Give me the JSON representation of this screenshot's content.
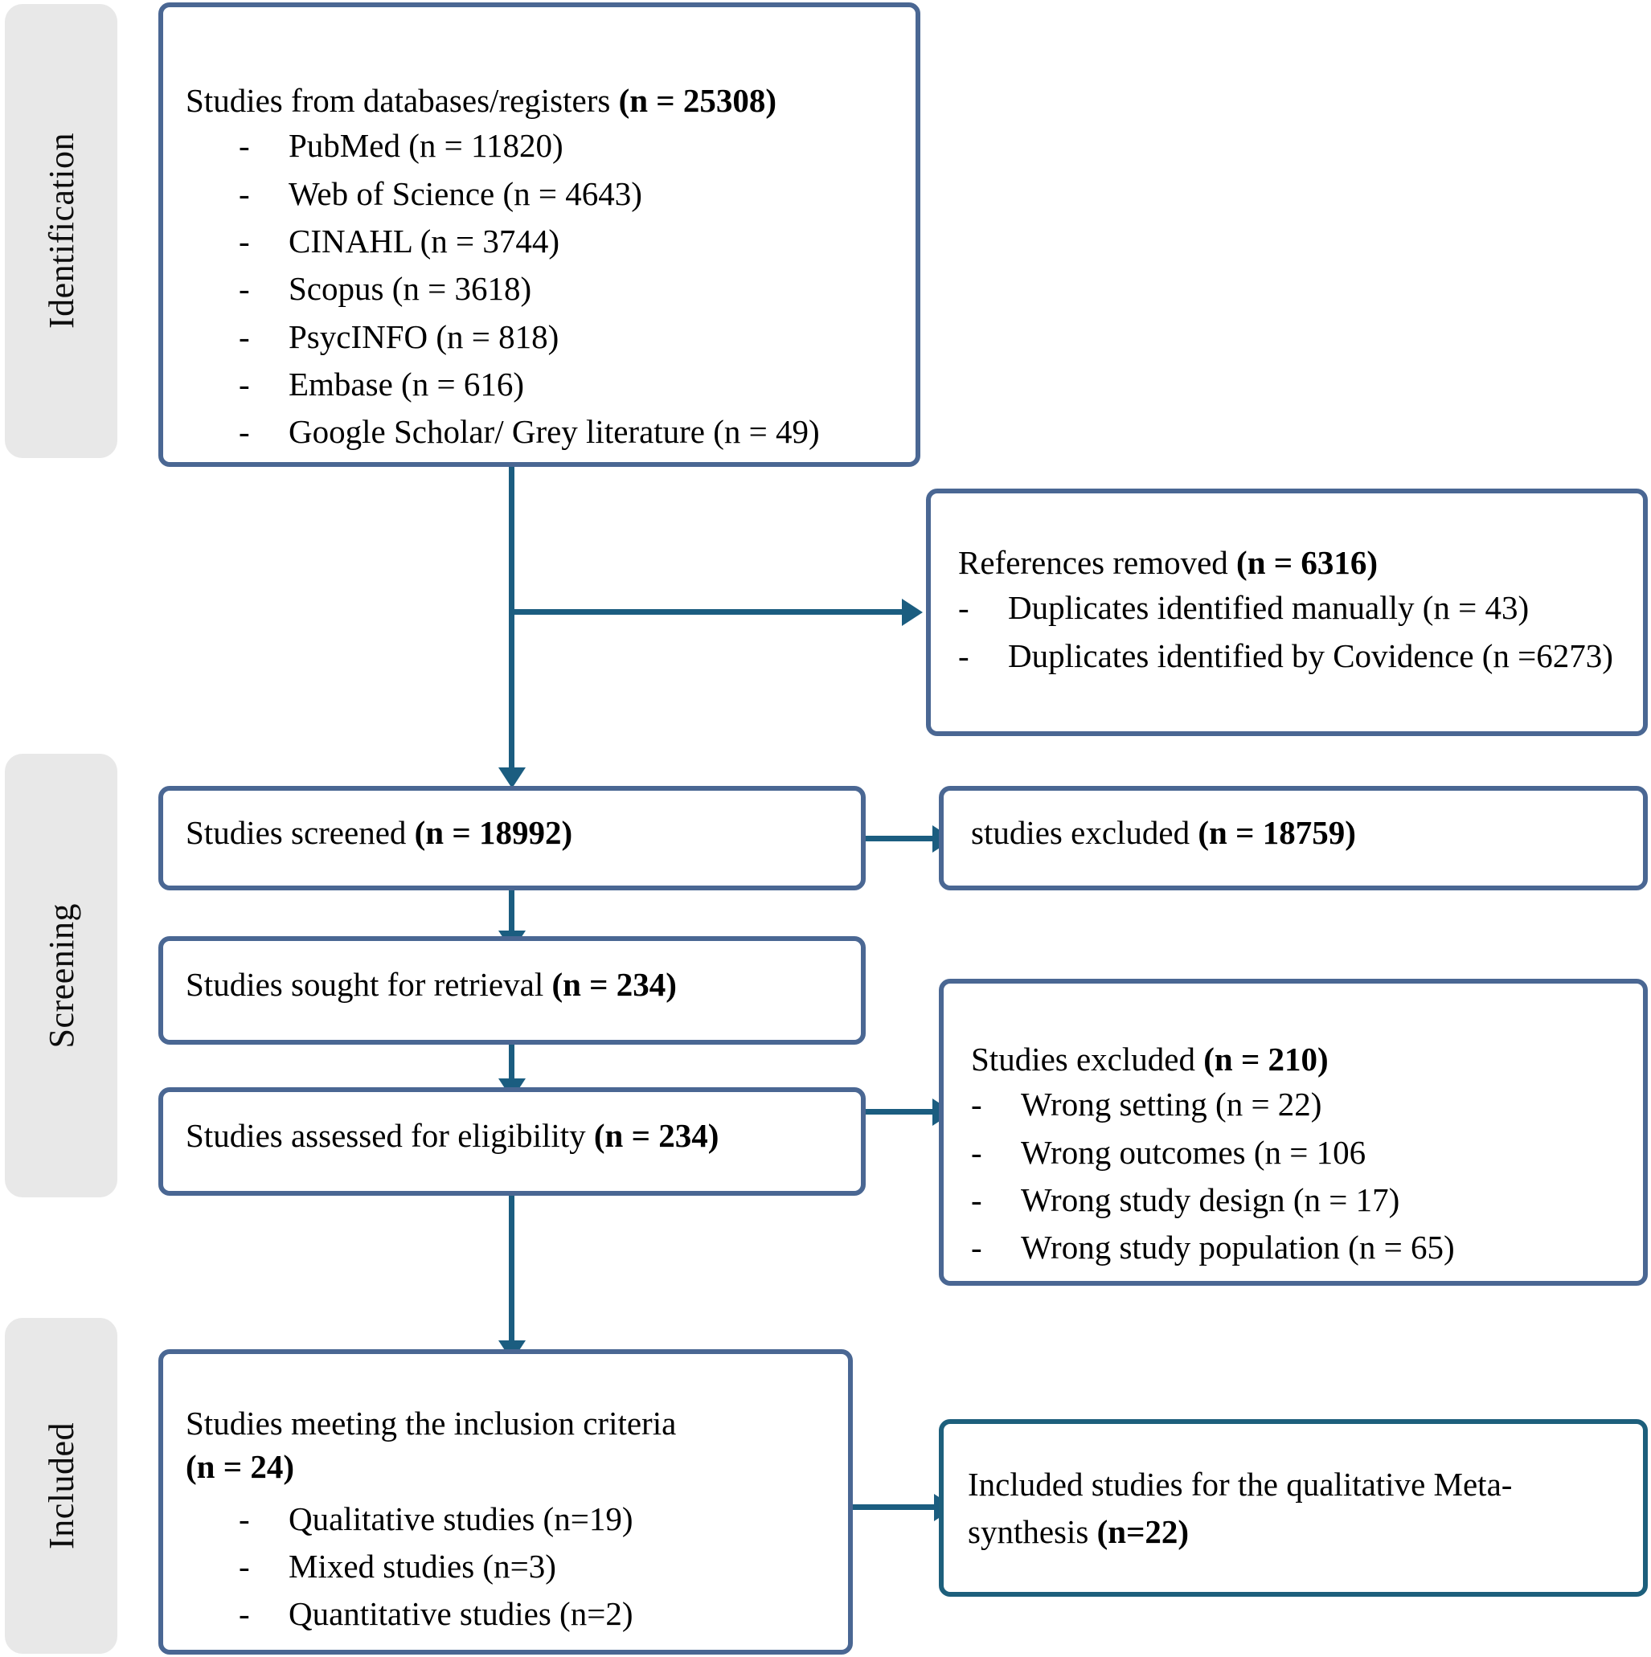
{
  "diagram": {
    "title": "PRISMA study selection flow diagram",
    "accent_border": "#4a6793",
    "accent_border_alt": "#1d5f7c",
    "connector_color": "#1b5d80",
    "band_background": "#e8e8e8"
  },
  "stages": [
    {
      "id": "identification",
      "label": "Identification"
    },
    {
      "id": "screening",
      "label": "Screening"
    },
    {
      "id": "included",
      "label": "Included"
    }
  ],
  "boxes": {
    "databases": {
      "title_plain": "Studies from databases/registers ",
      "title_bold": "(n = 25308)",
      "items": [
        "PubMed (n = 11820)",
        "Web of Science (n = 4643)",
        "CINAHL (n = 3744)",
        "Scopus (n = 3618)",
        "PsycINFO (n = 818)",
        "Embase (n = 616)",
        "Google Scholar/ Grey literature (n = 49)"
      ]
    },
    "references_removed": {
      "title_plain": "References removed ",
      "title_bold": "(n = 6316)",
      "items": [
        "Duplicates identified manually (n = 43)",
        "Duplicates identified by Covidence (n =6273)"
      ]
    },
    "screened": {
      "title_plain": "Studies screened ",
      "title_bold": "(n = 18992)"
    },
    "screened_excluded": {
      "title_plain": "studies excluded ",
      "title_bold": "(n = 18759)"
    },
    "sought": {
      "title_plain": "Studies sought for retrieval ",
      "title_bold": "(n = 234)"
    },
    "assessed": {
      "title_plain": "Studies assessed for eligibility ",
      "title_bold": "(n = 234)"
    },
    "eligibility_excluded": {
      "title_plain": "Studies excluded ",
      "title_bold": "(n = 210)",
      "items": [
        "Wrong setting (n = 22)",
        "Wrong outcomes (n = 106",
        "Wrong study design (n = 17)",
        "Wrong study population (n = 65)"
      ]
    },
    "inclusion": {
      "title_plain": "Studies meeting the inclusion criteria",
      "title_bold": "(n = 24)",
      "items": [
        "Qualitative studies (n=19)",
        "Mixed studies (n=3)",
        "Quantitative studies (n=2)"
      ]
    },
    "metasynthesis": {
      "title_plain": "Included studies for the qualitative Meta-synthesis ",
      "title_bold": "(n=22)"
    }
  },
  "symbols": {
    "dash": "-"
  }
}
